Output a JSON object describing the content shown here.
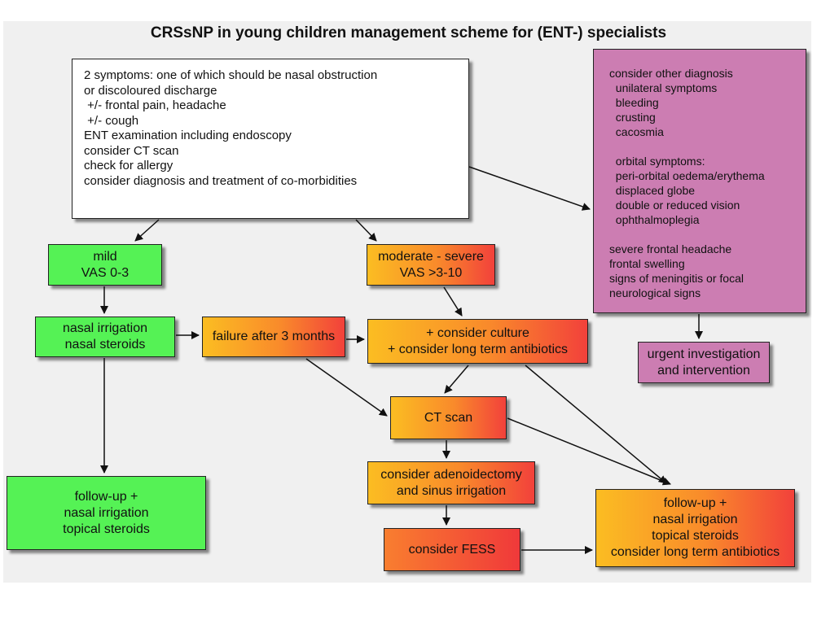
{
  "title": "CRSsNP in young children management scheme for (ENT-) specialists",
  "boxes": {
    "symptoms": [
      "2 symptoms: one of which should be nasal obstruction",
      "or discoloured discharge",
      " +/- frontal pain, headache",
      " +/- cough",
      "ENT examination including endoscopy",
      "consider CT scan",
      "check for allergy",
      "consider diagnosis and treatment of co-morbidities"
    ],
    "other_diagnosis": [
      "consider other diagnosis",
      "  unilateral symptoms",
      "  bleeding",
      "  crusting",
      "  cacosmia",
      "",
      "  orbital symptoms:",
      "  peri-orbital oedema/erythema",
      "  displaced globe",
      "  double or reduced vision",
      "  ophthalmoplegia",
      "",
      "severe frontal headache",
      "frontal swelling",
      "signs of meningitis or focal",
      "neurological signs"
    ],
    "mild": [
      "mild",
      "VAS 0-3"
    ],
    "moderate_severe": [
      "moderate - severe",
      "VAS >3-10"
    ],
    "nasal_irrigation": [
      "nasal irrigation",
      "nasal steroids"
    ],
    "failure": [
      "failure after 3 months"
    ],
    "culture": [
      "+ consider culture",
      "+ consider long term antibiotics"
    ],
    "urgent": [
      "urgent investigation",
      "and intervention"
    ],
    "ct_scan": [
      "CT scan"
    ],
    "adenoidectomy": [
      "consider adenoidectomy",
      "and sinus irrigation"
    ],
    "fess": [
      "consider FESS"
    ],
    "followup_left": [
      "follow-up +",
      "nasal irrigation",
      "topical steroids"
    ],
    "followup_right": [
      "follow-up +",
      "nasal irrigation",
      "topical steroids",
      "consider long term antibiotics"
    ]
  }
}
